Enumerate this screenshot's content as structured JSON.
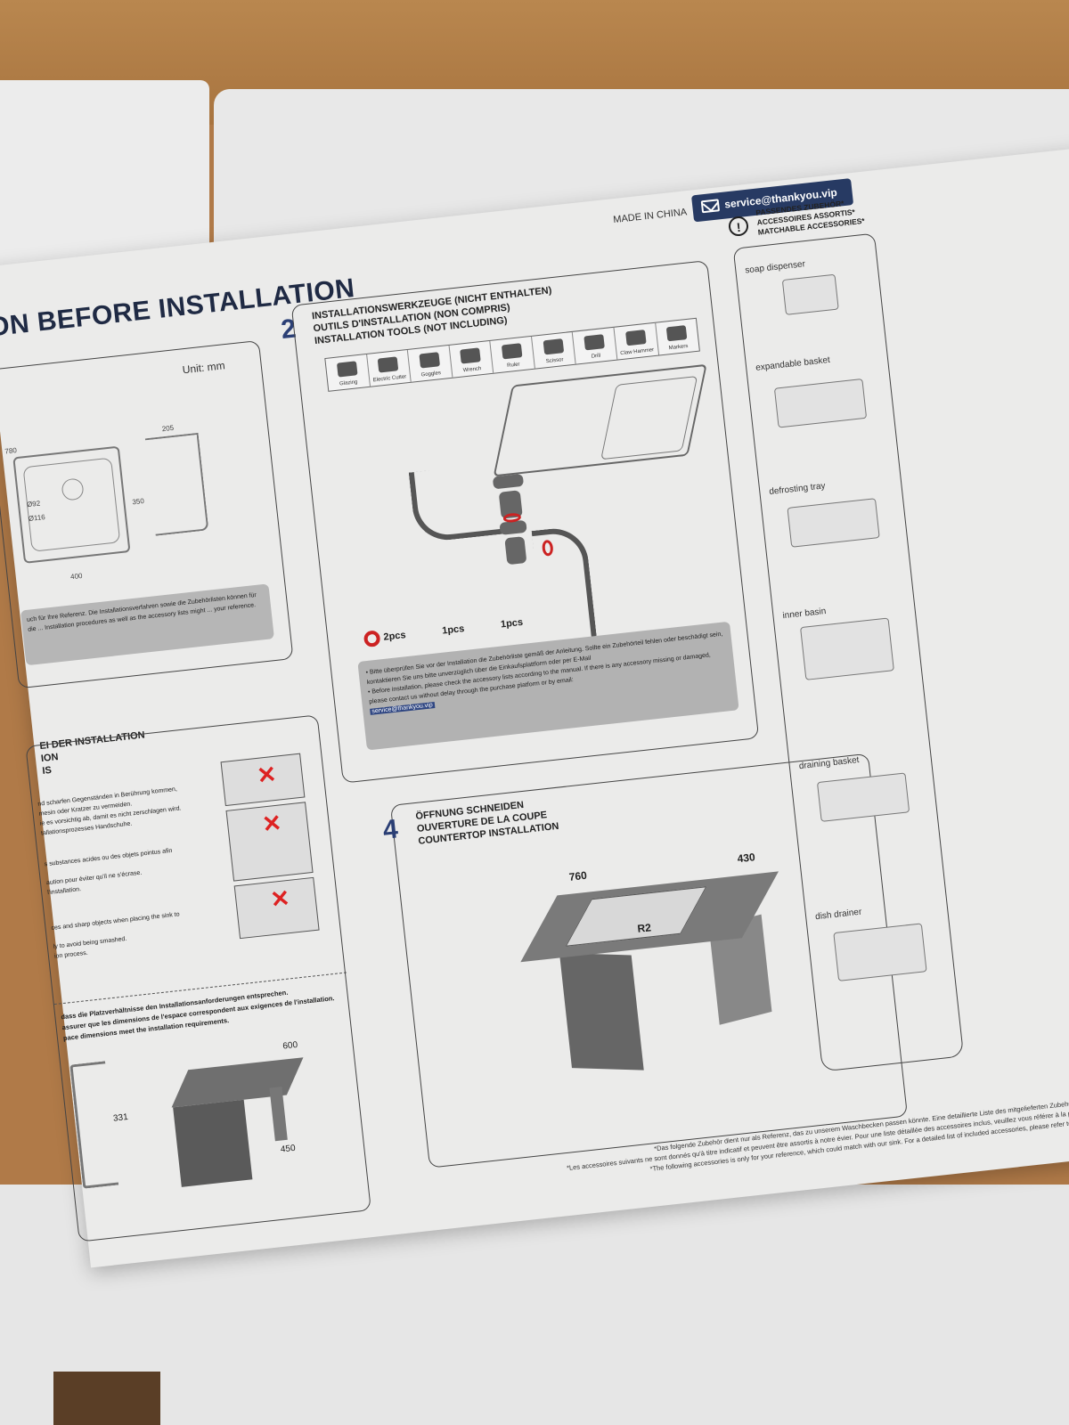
{
  "header": {
    "made_in": "MADE IN CHINA",
    "service_email": "service@thankyou.vip",
    "title": "ON BEFORE INSTALLATION"
  },
  "section1": {
    "unit": "Unit: mm",
    "dims": [
      "780",
      "205",
      "350",
      "400",
      "Ø92",
      "Ø116"
    ],
    "note": "uch für Ihre Referenz. Die Installationsverfahren sowie die Zubehörlisten können für die ... Installation procedures as well as the accessory lists might ... your reference."
  },
  "section2": {
    "number": "2",
    "heading": [
      "INSTALLATIONSWERKZEUGE (NICHT ENTHALTEN)",
      "OUTILS D'INSTALLATION (NON COMPRIS)",
      "INSTALLATION TOOLS (NOT INCLUDING)"
    ],
    "tools": [
      "Glazing",
      "Electric Cutter",
      "Goggles",
      "Wrench",
      "Ruler",
      "Scissor",
      "Drill",
      "Claw Hammer",
      "Markers"
    ],
    "parts": [
      "2pcs",
      "1pcs",
      "1pcs"
    ],
    "check_text_1": "• Bitte überprüfen Sie vor der Installation die Zubehörliste gemäß der Anleitung. Sollte ein Zubehörteil fehlen oder beschädigt sein, kontaktieren Sie uns bitte unverzüglich über die Einkaufsplattform oder per E-Mail",
    "check_text_2": "• Before installation, please check the accessory lists according to the manual. If there is any accessory missing or damaged, please contact us without delay through the purchase platform or by email:",
    "email": "service@thankyou.vip"
  },
  "section3": {
    "heading": [
      "EI DER INSTALLATION",
      "ION",
      "IS"
    ],
    "lines": [
      "nd scharfen Gegenständen in Berührung kommen,",
      "mesin oder Kratzer zu vermeiden.",
      "ie es vorsichtig ab, damit es nicht zerschlagen wird.",
      "tallationsprozesses Handschuhe.",
      "s substances acides ou des objets pointus afin",
      "aution pour éviter qu'il ne s'écrase.",
      "l'installation.",
      "ces and sharp objects when placing the sink to",
      "ly to avoid being smashed.",
      "ion process."
    ],
    "space_lines": [
      "dass die Platzverhältnisse den Installationsanforderungen entsprechen.",
      "assurer que les dimensions de l'espace correspondent aux exigences de l'installation.",
      "pace dimensions meet the installation requirements."
    ],
    "dims": [
      "331",
      "600",
      "450"
    ]
  },
  "section4": {
    "number": "4",
    "heading": [
      "ÖFFNUNG SCHNEIDEN",
      "OUVERTURE DE LA COUPE",
      "COUNTERTOP INSTALLATION"
    ],
    "dims": [
      "760",
      "430",
      "R2"
    ]
  },
  "accessories": {
    "heading": [
      "PASSENDES ZUBEHÖR*",
      "ACCESSOIRES ASSORTIS*",
      "MATCHABLE ACCESSORIES*"
    ],
    "items": [
      "soap dispenser",
      "expandable basket",
      "defrosting tray",
      "inner basin",
      "draining basket",
      "dish drainer"
    ]
  },
  "footnotes": [
    "*Das folgende Zubehör dient nur als Referenz, das zu unserem Waschbecken passen könnte. Eine detaillierte Liste des mitgelieferten Zubehörs finden Sie auf Ihrer Kaufseite",
    "*Les accessoires suivants ne sont donnés qu'à titre indicatif et peuvent être assortis à notre évier. Pour une liste détaillée des accessoires inclus, veuillez vous référer à la page d'information de votre achat",
    "*The following accessories is only for your reference, which could match with our sink. For a detailed list of included accessories, please refer to your purchase page information"
  ]
}
